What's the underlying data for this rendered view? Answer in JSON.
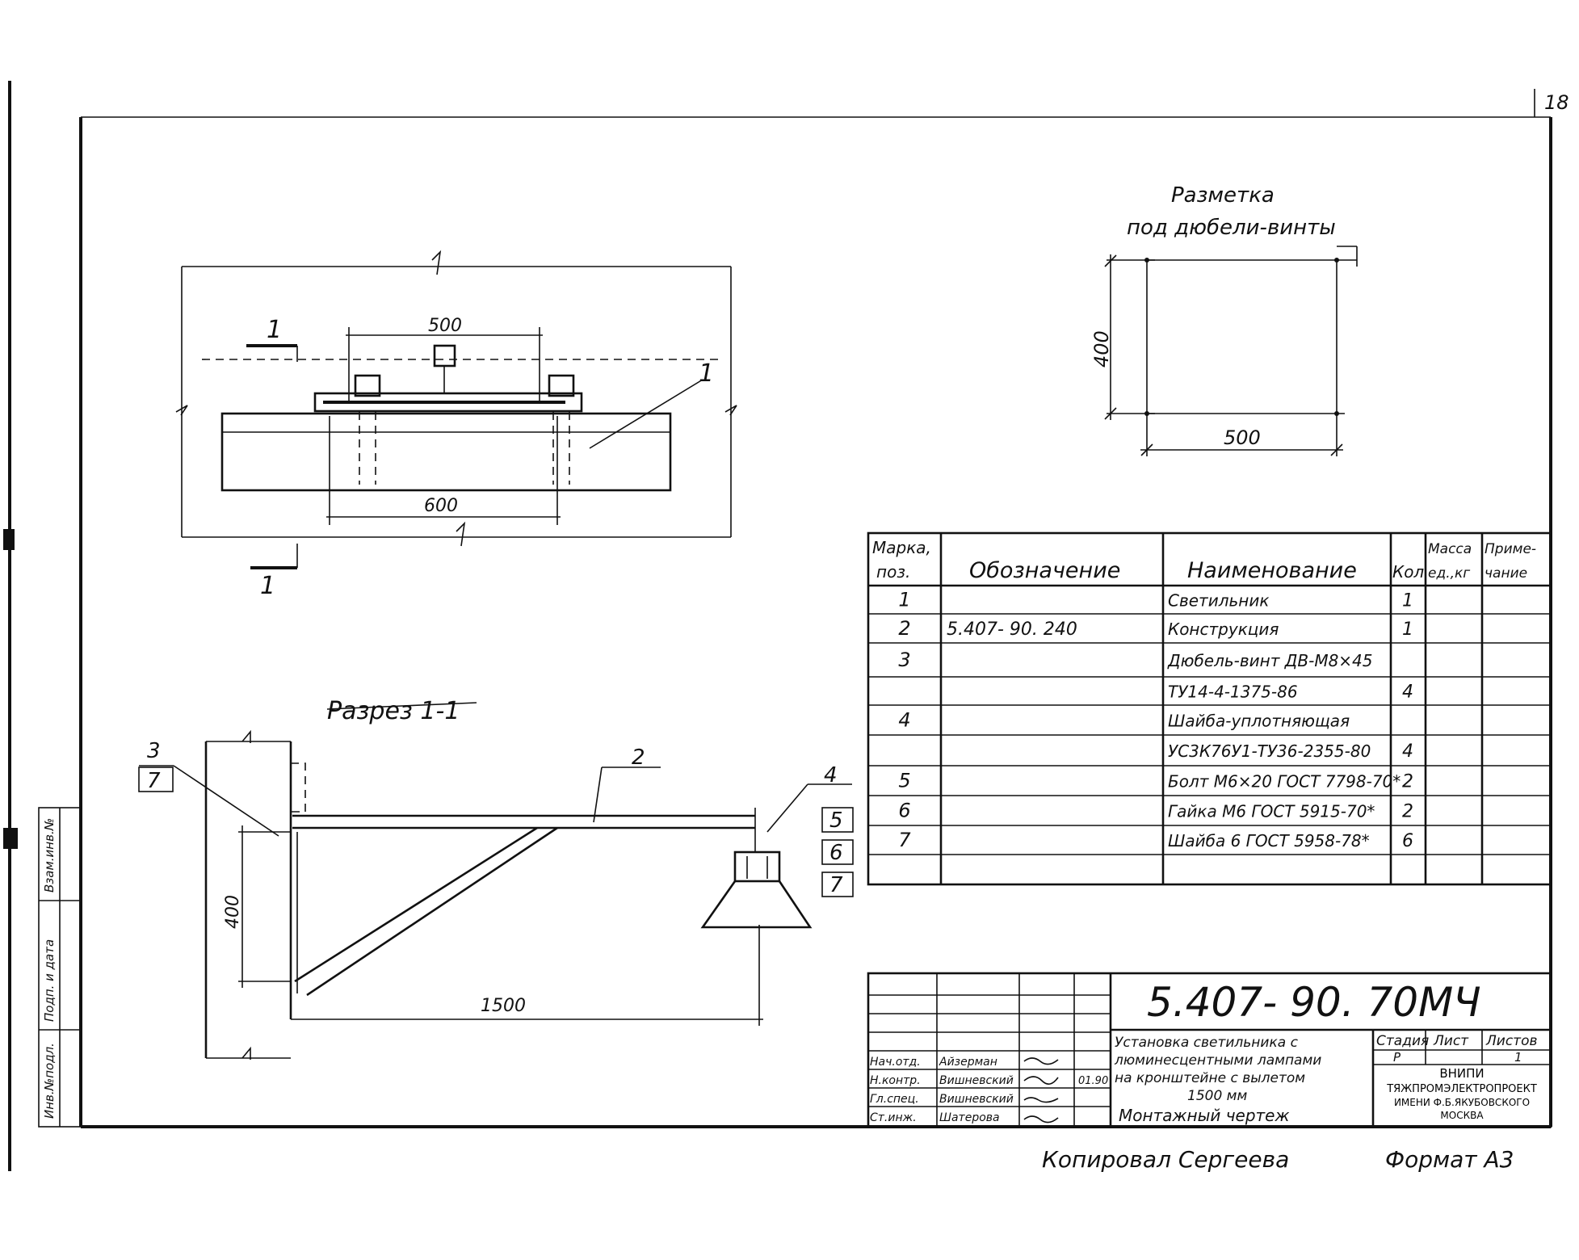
{
  "sheet": {
    "sheet_number": "18",
    "document_code": "5.407- 90. 70МЧ",
    "copied_by": "Копировал  Сергеева",
    "format": "Формат А3"
  },
  "plan_view": {
    "dim_500": "500",
    "dim_600": "600",
    "section_mark": "1",
    "leader_1": "1"
  },
  "marking": {
    "title_line1": "Разметка",
    "title_line2": "под дюбели-винты",
    "dim_400": "400",
    "dim_500": "500"
  },
  "section_view": {
    "title": "Разрез 1-1",
    "dim_400": "400",
    "dim_1500": "1500",
    "callout_left_top": "3",
    "callout_left_bottom": "7",
    "callout_beam": "2",
    "callout_right": [
      "4",
      "5",
      "6",
      "7"
    ]
  },
  "spec_table": {
    "headers": {
      "mark": [
        "Марка,",
        "поз."
      ],
      "designation": "Обозначение",
      "name": "Наименование",
      "qty": "Кол",
      "mass": [
        "Масса",
        "ед.,кг"
      ],
      "note": [
        "Приме-",
        "чание"
      ]
    },
    "rows": [
      {
        "mark": "1",
        "designation": "",
        "name": "Светильник",
        "qty": "1",
        "mass": "",
        "note": ""
      },
      {
        "mark": "2",
        "designation": "5.407- 90. 240",
        "name": "Конструкция",
        "qty": "1",
        "mass": "",
        "note": ""
      },
      {
        "mark": "3",
        "designation": "",
        "name": "Дюбель-винт ДВ-М8×45",
        "qty": "",
        "mass": "",
        "note": ""
      },
      {
        "mark": "",
        "designation": "",
        "name": "ТУ14-4-1375-86",
        "qty": "4",
        "mass": "",
        "note": ""
      },
      {
        "mark": "4",
        "designation": "",
        "name": "Шайба-уплотняющая",
        "qty": "",
        "mass": "",
        "note": ""
      },
      {
        "mark": "",
        "designation": "",
        "name": "УС3К76У1-ТУ36-2355-80",
        "qty": "4",
        "mass": "",
        "note": ""
      },
      {
        "mark": "5",
        "designation": "",
        "name": "Болт М6×20 ГОСТ 7798-70*",
        "qty": "2",
        "mass": "",
        "note": ""
      },
      {
        "mark": "6",
        "designation": "",
        "name": "Гайка М6 ГОСТ 5915-70*",
        "qty": "2",
        "mass": "",
        "note": ""
      },
      {
        "mark": "7",
        "designation": "",
        "name": "Шайба 6 ГОСТ 5958-78*",
        "qty": "6",
        "mass": "",
        "note": ""
      }
    ]
  },
  "title_block": {
    "description_lines": [
      "Установка светильника с",
      "люминесцентными лампами",
      "на кронштейне с вылетом",
      "1500 мм",
      "Монтажный чертеж"
    ],
    "stage_label": "Стадия",
    "stage_value": "Р",
    "sheet_label": "Лист",
    "sheets_label": "Листов",
    "sheets_value": "1",
    "org_lines": [
      "ВНИПИ",
      "ТЯЖПРОМЭЛЕКТРОПРОЕКТ",
      "ИМЕНИ Ф.Б.ЯКУБОВСКОГО",
      "МОСКВА"
    ],
    "signatures": [
      {
        "role": "Нач.отд.",
        "name": "Айзерман"
      },
      {
        "role": "Н.контр.",
        "name": "Вишневский"
      },
      {
        "role": "Гл.спец.",
        "name": "Вишневский"
      },
      {
        "role": "Ст.инж.",
        "name": "Шатерова"
      }
    ],
    "date": "01.90"
  },
  "side_stamp": {
    "labels": [
      "Инв.№подл.",
      "Подп. и дата",
      "Взам.инв.№"
    ]
  }
}
